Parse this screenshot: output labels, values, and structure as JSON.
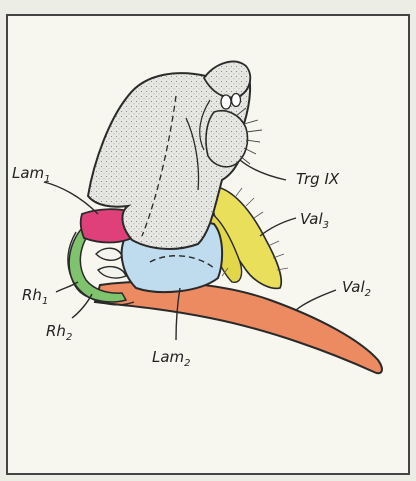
{
  "labels": {
    "lam1": {
      "main": "Lam",
      "sub": "1"
    },
    "trg9": {
      "main": "Trg IX"
    },
    "val3": {
      "main": "Val",
      "sub": "3"
    },
    "rh1": {
      "main": "Rh",
      "sub": "1"
    },
    "rh2": {
      "main": "Rh",
      "sub": "2"
    },
    "val2": {
      "main": "Val",
      "sub": "2"
    },
    "lam2": {
      "main": "Lam",
      "sub": "2"
    }
  },
  "colors": {
    "lam1": "#e0407a",
    "lam2": "#bfdcef",
    "val2": "#ec8a62",
    "val3": "#eadf5a",
    "rh1": "#7fc36e",
    "trg9": "#e4e4e4",
    "outline": "#2a2a2a"
  }
}
